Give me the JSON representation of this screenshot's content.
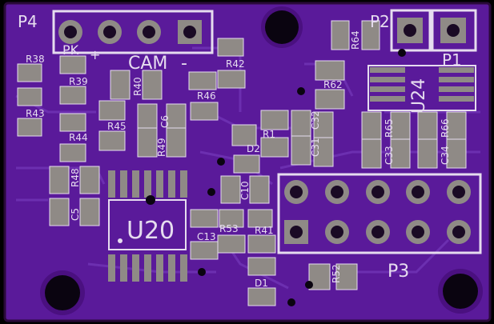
{
  "board": {
    "colors": {
      "background": "#000000",
      "board": "#5a1a9a",
      "copper": "#6c2fb0",
      "trace": "#6a28ab",
      "pad": "#8f8a86",
      "silkscreen": "#e6dcef",
      "hole": "#1a0a24"
    },
    "labels": {
      "P1": "P1",
      "P2": "P2",
      "P3": "P3",
      "P4": "P4",
      "CAM": "CAM",
      "minus": "-",
      "plus": "+",
      "PK": "PK",
      "U20": "U20",
      "U24": "U24",
      "D1": "D1",
      "D2": "D2",
      "R1": "R1",
      "R38": "R38",
      "R39": "R39",
      "R40": "R40",
      "R41": "R41",
      "R42": "R42",
      "R43": "R43",
      "R44": "R44",
      "R45": "R45",
      "R46": "R46",
      "R48": "R48",
      "R49": "R49",
      "R52": "R52",
      "R53": "R53",
      "R62": "R62",
      "R64": "R64",
      "R65": "R65",
      "R66": "R66",
      "C5": "C5",
      "C6": "C6",
      "C10": "C10",
      "C13": "C13",
      "C31": "C31",
      "C32": "C32",
      "C33": "C33",
      "C34": "C34"
    }
  }
}
